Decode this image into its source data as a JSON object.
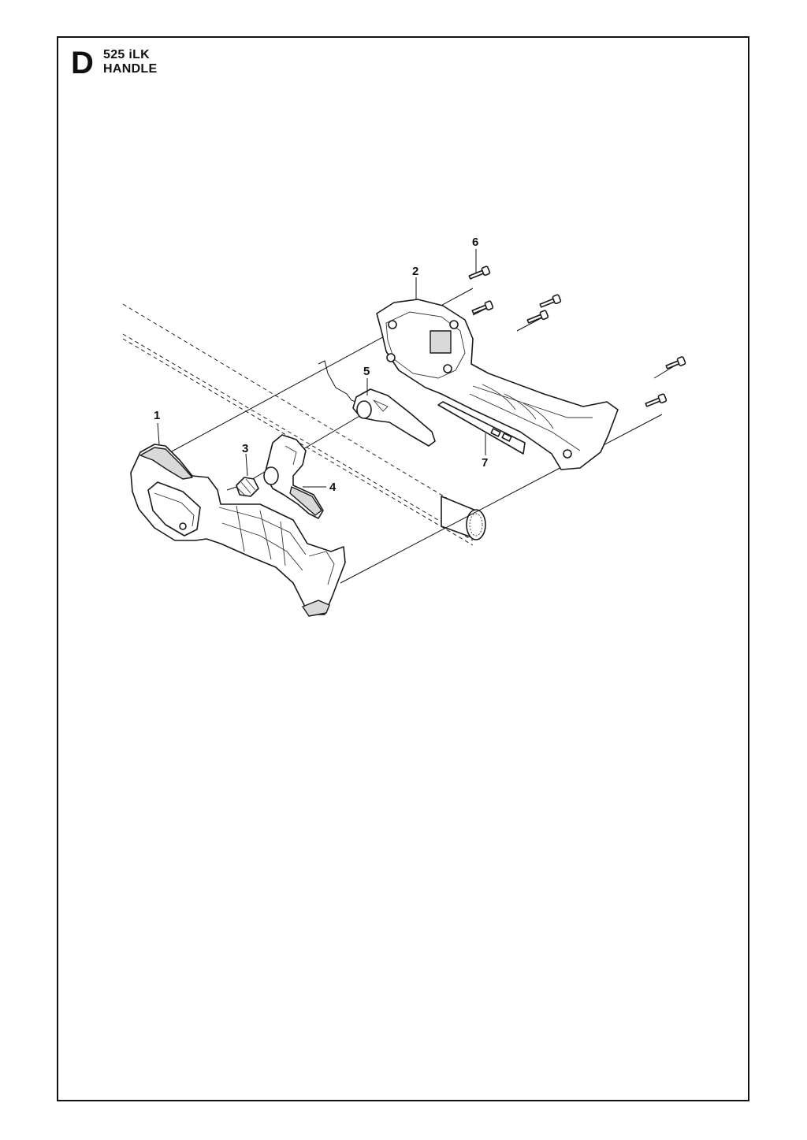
{
  "header": {
    "section_letter": "D",
    "model": "525 iLK",
    "section_name": "HANDLE"
  },
  "callouts": [
    {
      "id": "1",
      "label": "1"
    },
    {
      "id": "2",
      "label": "2"
    },
    {
      "id": "3",
      "label": "3"
    },
    {
      "id": "4",
      "label": "4"
    },
    {
      "id": "5",
      "label": "5"
    },
    {
      "id": "6",
      "label": "6"
    },
    {
      "id": "7",
      "label": "7"
    }
  ],
  "colors": {
    "line": "#111111",
    "background": "#ffffff",
    "shade": "#d9d9d9"
  }
}
